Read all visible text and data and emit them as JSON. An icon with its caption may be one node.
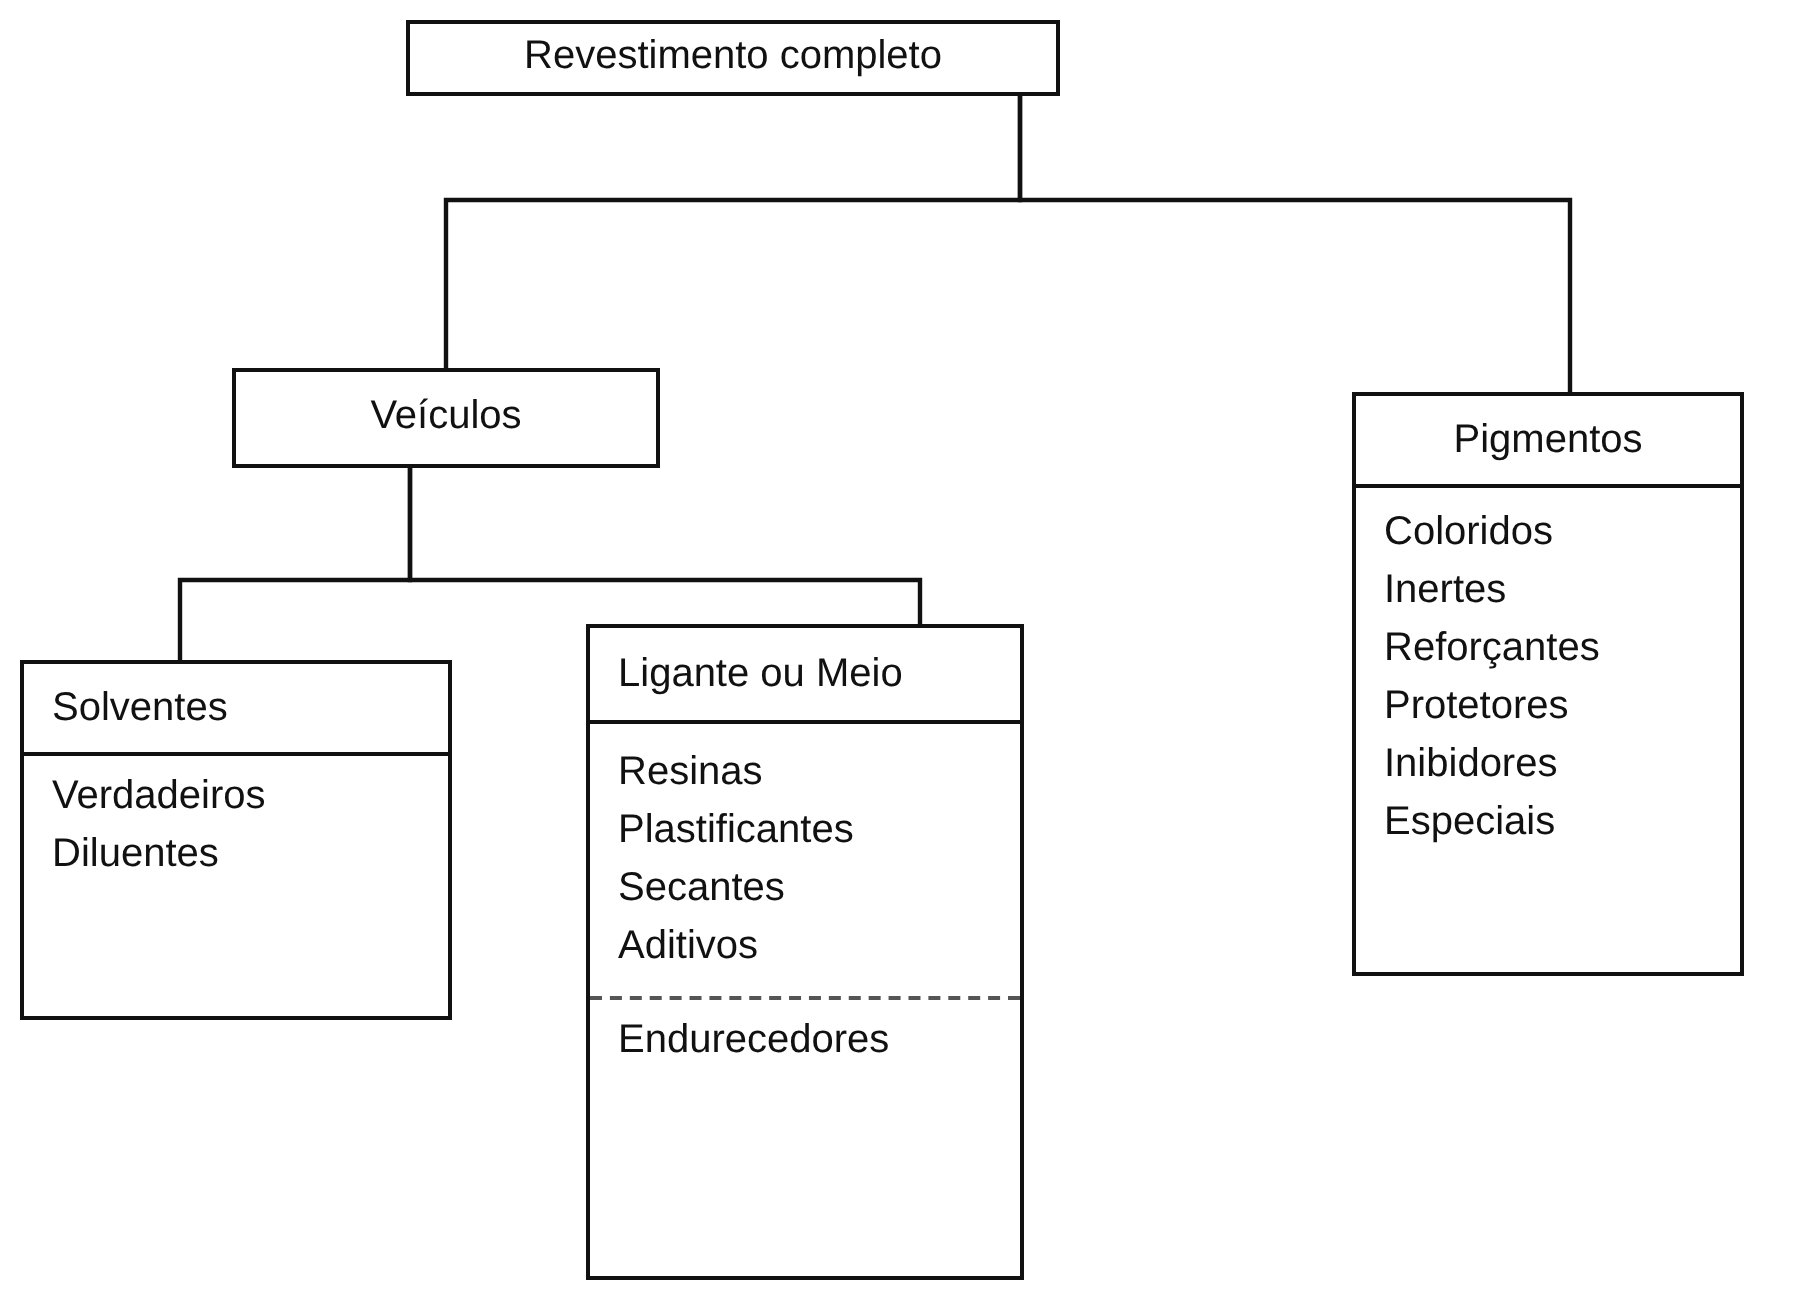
{
  "diagram": {
    "nodes": [
      {
        "text": [
          "Revestimento completo"
        ]
      },
      {
        "text": [
          "Veículos"
        ]
      },
      {
        "text": [
          "Pigmentos",
          "Coloridos",
          "Inertes",
          "Reforçantes",
          "Protetores",
          "Inibidores",
          "Especiais"
        ]
      },
      {
        "text": [
          "Solventes",
          "Verdadeiros",
          "Diluentes"
        ]
      },
      {
        "text": [
          "Ligante ou Meio",
          "Resinas",
          "Plastificantes",
          "Secantes",
          "Aditivos",
          "Endurecedores"
        ]
      }
    ],
    "edges": [
      {
        "from": 0,
        "to": 1,
        "arrow": "none"
      },
      {
        "from": 0,
        "to": 2,
        "arrow": "none"
      },
      {
        "from": 1,
        "to": 3,
        "arrow": "none"
      },
      {
        "from": 1,
        "to": 4,
        "arrow": "none"
      }
    ]
  }
}
